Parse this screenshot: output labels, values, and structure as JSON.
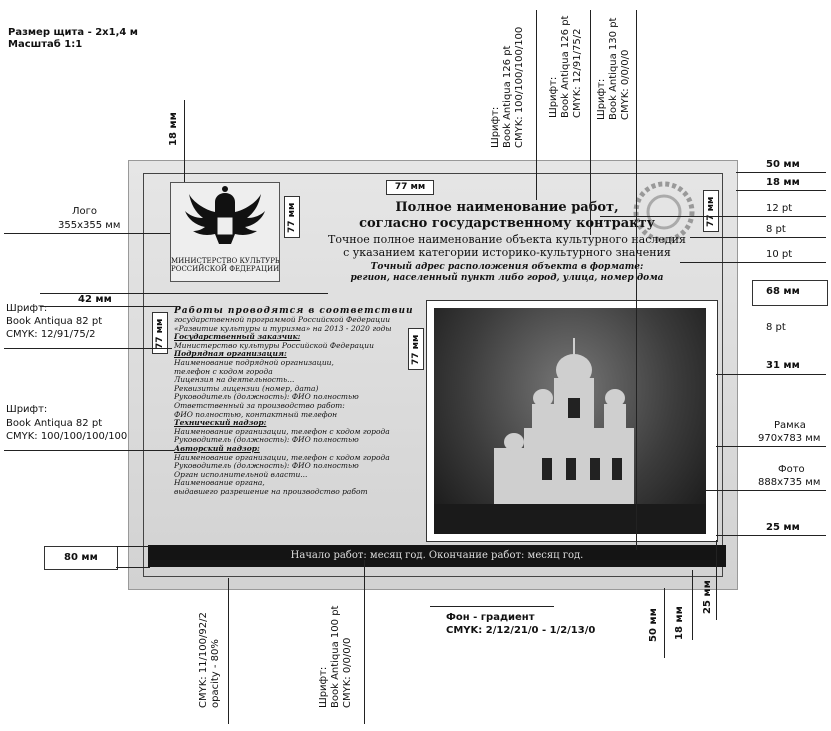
{
  "header": {
    "size_label": "Размер щита - 2х1,4 м",
    "scale_label": "Масштаб 1:1"
  },
  "left_annotations": {
    "logo_label": "Лого",
    "logo_size": "355х355 мм",
    "font1_label": "Шрифт:",
    "font1_name": "Book Antiqua 82 pt",
    "font1_cmyk": "CMYK: 12/91/75/2",
    "font2_label": "Шрифт:",
    "font2_name": "Book Antiqua 82 pt",
    "font2_cmyk": "CMYK: 100/100/100/100",
    "mm42": "42 мм",
    "mm80": "80 мм"
  },
  "top_annotations": {
    "font_a": "Шрифт:\nBook Antiqua 126 pt\nCMYK: 100/100/100/100",
    "font_b": "Шрифт:\nBook Antiqua 126 pt\nCMYK: 12/91/75/2",
    "font_c": "Шрифт:\nBook Antiqua 130 pt\nCMYK: 0/0/0/0",
    "mm18_top": "18 мм"
  },
  "right_annotations": {
    "mm50": "50 мм",
    "mm18": "18 мм",
    "pt12": "12 pt",
    "pt8a": "8 pt",
    "pt10": "10 pt",
    "mm68": "68 мм",
    "pt8b": "8 pt",
    "mm31": "31 мм",
    "frame_label": "Рамка",
    "frame_size": "970х783 мм",
    "photo_label": "Фото",
    "photo_size": "888х735 мм",
    "mm25": "25 мм"
  },
  "bottom_annotations": {
    "cmyk_fill": "CMYK: 11/100/92/2\nopacity - 80%",
    "font_footer": "Шрифт:\nBook Antiqua 100 pt\nCMYK: 0/0/0/0",
    "bg_label": "Фон - градиент",
    "bg_cmyk": "CMYK: 2/12/21/0 - 1/2/13/0",
    "mm50": "50 мм",
    "mm18": "18 мм",
    "mm25": "25 мм"
  },
  "board": {
    "mm77_a": "77 мм",
    "mm77_b": "77 мм",
    "mm77_c": "77 мм",
    "mm77_d": "77 мм",
    "mm77_e": "77 мм",
    "logo_caption": "МИНИСТЕРСТВО КУЛЬТУРЫ\nРОССИЙСКОЙ ФЕДЕРАЦИИ",
    "title_line1": "Полное наименование работ,",
    "title_line2": "согласно государственному контракту",
    "object_line1": "Точное полное наименование объекта культурного наследия",
    "object_line2": "с указанием категории историко-культурного значения",
    "address_line1": "Точный адрес расположения объекта в формате:",
    "address_line2": "регион, населенный пункт либо город, улица, номер дома",
    "body_lines": [
      {
        "text": "Работы проводятся в соответствии с",
        "u": false
      },
      {
        "text": "государственной программой Российской Федерации",
        "u": false
      },
      {
        "text": "«Развитие культуры и туризма» на 2013 - 2020 годы",
        "u": false
      },
      {
        "text": "Государственный заказчик:",
        "u": true
      },
      {
        "text": "Министерство культуры Российской Федерации",
        "u": false
      },
      {
        "text": "Подрядная организация:",
        "u": true
      },
      {
        "text": "Наименование подрядной организации,",
        "u": false
      },
      {
        "text": "телефон с кодом города",
        "u": false
      },
      {
        "text": "Лицензия на деятельность...",
        "u": false
      },
      {
        "text": "Реквизиты лицензии (номер, дата)",
        "u": false
      },
      {
        "text": "Руководитель (должность): ФИО полностью",
        "u": false
      },
      {
        "text": "Ответственный за производство работ:",
        "u": false
      },
      {
        "text": "ФИО полностью, контактный телефон",
        "u": false
      },
      {
        "text": "Технический надзор:",
        "u": true
      },
      {
        "text": "Наименование организации, телефон с кодом города",
        "u": false
      },
      {
        "text": "Руководитель (должность): ФИО полностью",
        "u": false
      },
      {
        "text": "Авторский надзор:",
        "u": true
      },
      {
        "text": "Наименование организации, телефон с кодом города",
        "u": false
      },
      {
        "text": "Руководитель (должность): ФИО полностью",
        "u": false
      },
      {
        "text": "Орган исполнительной власти...",
        "u": false
      },
      {
        "text": "Наименование органа,",
        "u": false
      },
      {
        "text": "выдавшего разрешение на производство работ",
        "u": false
      }
    ],
    "footer_text": "Начало работ: месяц год. Окончание работ: месяц год."
  },
  "colors": {
    "footer_bar": "#141414",
    "sheet_top": "#e6e6e6",
    "sheet_bottom": "#d2d2d2"
  }
}
